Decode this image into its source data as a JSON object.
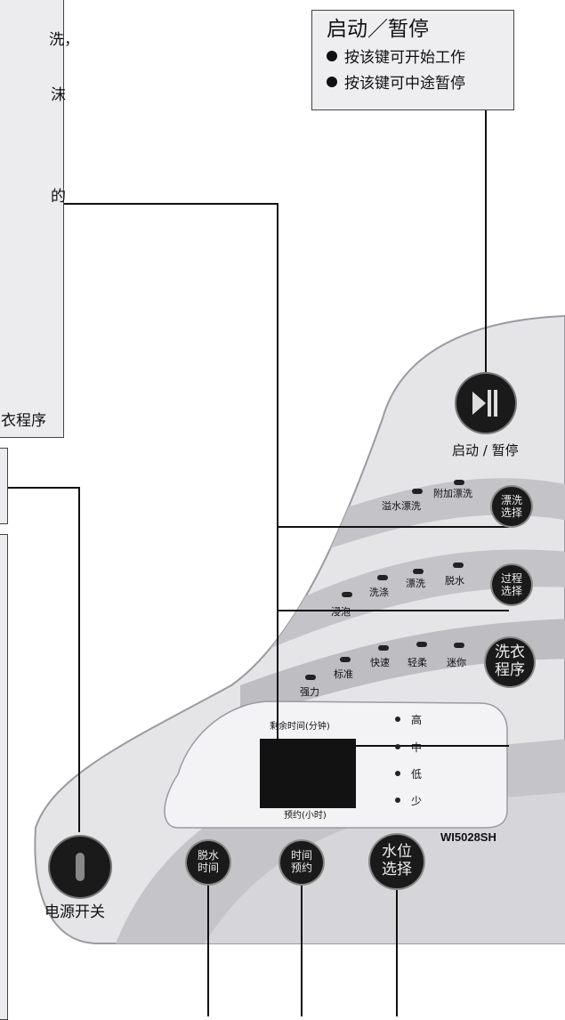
{
  "callouts": {
    "top_left": {
      "fragments": [
        "洗，",
        "沫",
        "的",
        "衣程序"
      ]
    },
    "start_pause": {
      "title": "启动／暂停",
      "lines": [
        "按该键可开始工作",
        "按该键可中途暂停"
      ]
    }
  },
  "panel": {
    "start_pause_label": "启动 / 暂停",
    "rinse_leds": [
      "溢水漂洗",
      "附加漂洗"
    ],
    "rinse_button": [
      "漂洗",
      "选择"
    ],
    "process_leds": [
      "浸泡",
      "洗涤",
      "漂洗",
      "脱水"
    ],
    "process_button": [
      "过程",
      "选择"
    ],
    "program_leds": [
      "强力",
      "标准",
      "快速",
      "轻柔",
      "迷你"
    ],
    "program_button": [
      "洗衣",
      "程序"
    ],
    "display_top": "剩余时间(分钟)",
    "display_bottom": "预约(小时)",
    "water_levels": [
      "高",
      "中",
      "低",
      "少"
    ],
    "model": "WI5028SH",
    "spin_button": [
      "脱水",
      "时间"
    ],
    "delay_button": [
      "时间",
      "预约"
    ],
    "water_button": [
      "水位",
      "选择"
    ],
    "power_label": "电源开关"
  },
  "colors": {
    "callout_bg": "#ececee",
    "panel_bg": "#e5e5e8",
    "band_dark": "#b8b8bd",
    "band_light": "#cfcfd3",
    "button_bg": "#1a1a1a"
  }
}
